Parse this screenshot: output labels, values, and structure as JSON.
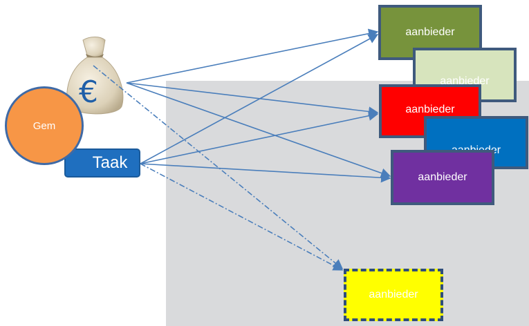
{
  "nodes": {
    "gem_label": "Gem",
    "taak_label": "Taak",
    "provider_label": "aanbieder"
  },
  "colors": {
    "provider_green": "#77933c",
    "provider_light_green": "#d7e4bd",
    "provider_red": "#ff0000",
    "provider_blue": "#0070c0",
    "provider_purple": "#7030a0",
    "provider_yellow": "#ffff00",
    "gem": "#f79646",
    "taak": "#1f6fbf",
    "arrows": "#4a7ebb",
    "zone": "#d9dadc"
  },
  "icons": {
    "money_bag": "money-bag-euro-icon"
  }
}
